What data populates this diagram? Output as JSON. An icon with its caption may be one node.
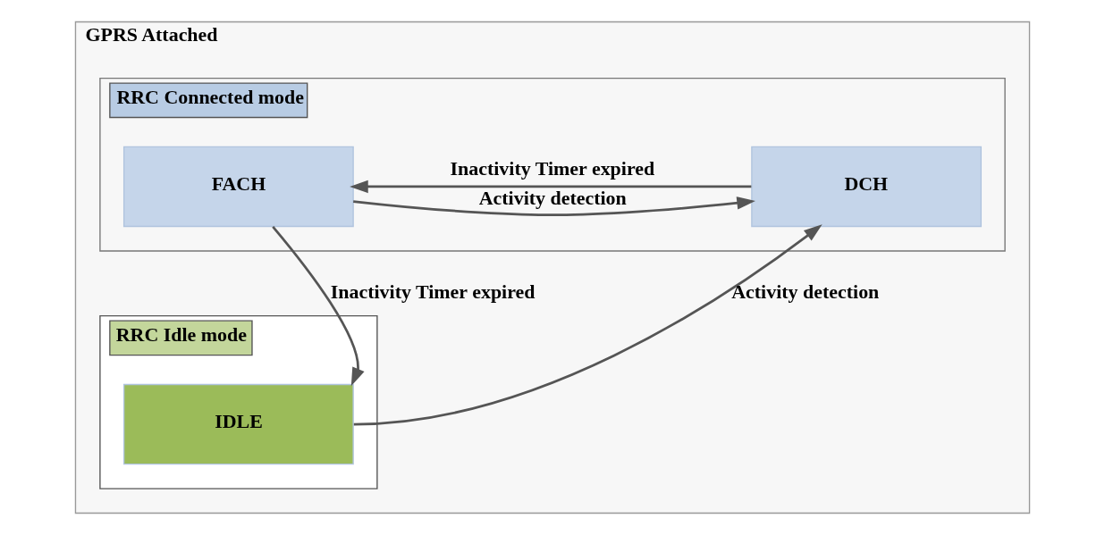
{
  "diagram": {
    "nodes": [
      {
        "text": [
          "GPRS Attached"
        ]
      },
      {
        "text": [
          "RRC Connected mode"
        ],
        "in": 0
      },
      {
        "text": [
          "FACH"
        ],
        "in": 1
      },
      {
        "text": [
          "DCH"
        ],
        "in": 1
      },
      {
        "text": [
          "RRC Idle mode"
        ],
        "in": 0
      },
      {
        "text": [
          "IDLE"
        ],
        "in": 4
      }
    ],
    "edges": [
      {
        "from": 3,
        "to": 2,
        "arrow": "to",
        "label": "Inactivity Timer expired"
      },
      {
        "from": 2,
        "to": 3,
        "arrow": "to",
        "label": "Activity detection"
      },
      {
        "from": 2,
        "to": 5,
        "arrow": "to",
        "label": "Inactivity Timer expired"
      },
      {
        "from": 5,
        "to": 3,
        "arrow": "to",
        "label": "Activity detection"
      }
    ]
  }
}
